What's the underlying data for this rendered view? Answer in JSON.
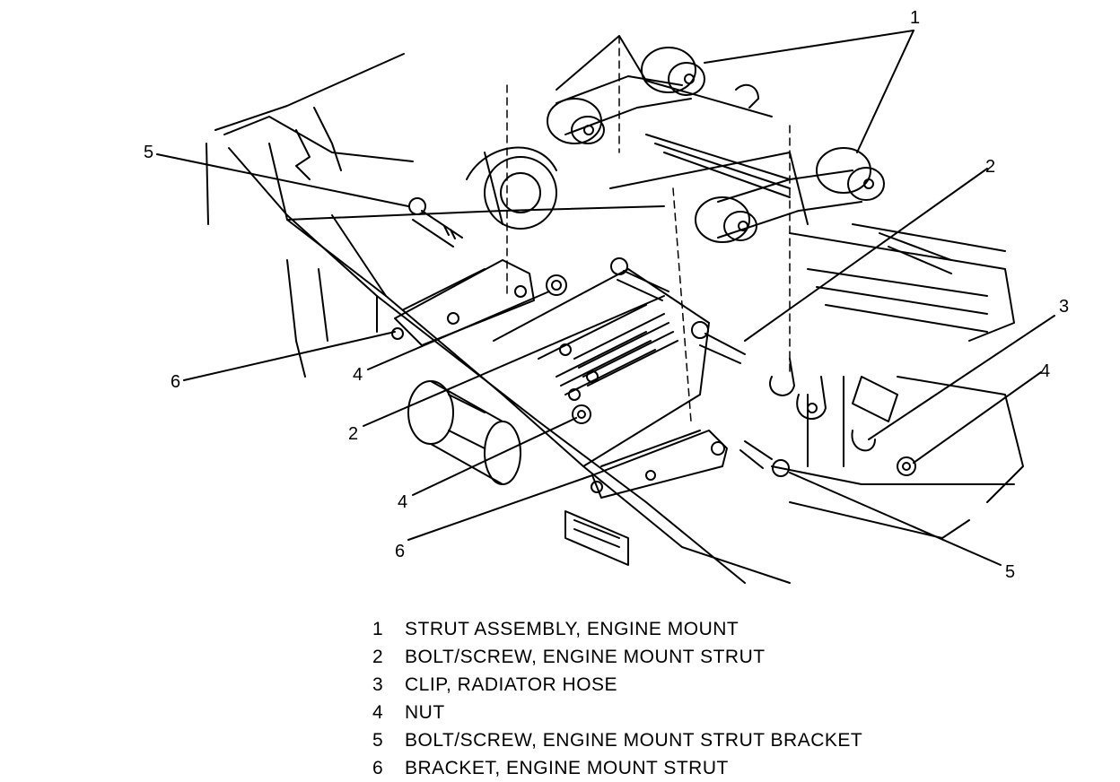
{
  "callouts": [
    {
      "num": "1"
    },
    {
      "num": "2"
    },
    {
      "num": "2"
    },
    {
      "num": "3"
    },
    {
      "num": "4"
    },
    {
      "num": "4"
    },
    {
      "num": "4"
    },
    {
      "num": "5"
    },
    {
      "num": "5"
    },
    {
      "num": "6"
    },
    {
      "num": "6"
    }
  ],
  "legend": [
    {
      "num": "1",
      "text": "STRUT ASSEMBLY, ENGINE MOUNT"
    },
    {
      "num": "2",
      "text": "BOLT/SCREW, ENGINE MOUNT STRUT"
    },
    {
      "num": "3",
      "text": "CLIP, RADIATOR HOSE"
    },
    {
      "num": "4",
      "text": "NUT"
    },
    {
      "num": "5",
      "text": "BOLT/SCREW, ENGINE MOUNT STRUT BRACKET"
    },
    {
      "num": "6",
      "text": "BRACKET, ENGINE MOUNT STRUT"
    }
  ]
}
